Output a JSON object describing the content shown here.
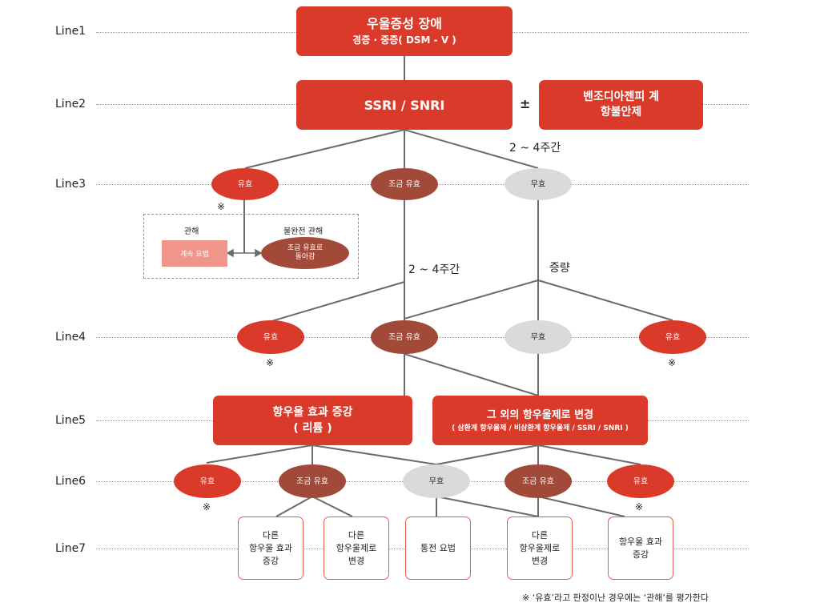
{
  "lines": [
    "Line1",
    "Line2",
    "Line3",
    "Line4",
    "Line5",
    "Line6",
    "Line7"
  ],
  "line1": {
    "title": "우울증성 장애",
    "subtitle": "경증 · 중증( DSM - V )"
  },
  "line2": {
    "main": "SSRI / SNRI",
    "plusminus": "±",
    "side_line1": "벤조디아젠피 계",
    "side_line2": "항불안제"
  },
  "line3": {
    "interval": "2 ~ 4주간",
    "nodes": [
      "유효",
      "조금 유효",
      "무효"
    ],
    "mark": "※",
    "panel": {
      "left_label": "관해",
      "right_label": "불완전 관해",
      "box": "계속 요법",
      "ellipse": "조금 유효로\n돌아감"
    }
  },
  "line4": {
    "interval": "2 ~ 4주간",
    "increase": "증량",
    "nodes": [
      "유효",
      "조금 유효",
      "무효",
      "유효"
    ],
    "marks": [
      "※",
      "※"
    ]
  },
  "line5": {
    "left_line1": "항우울 효과 증강",
    "left_line2": "( 리튬 )",
    "right_line1": "그 외의 항우울제로 변경",
    "right_line2": "( 삼환계 항우울제 / 비삼환계 항우울제 / SSRI / SNRI )"
  },
  "line6": {
    "nodes": [
      "유효",
      "조금 유효",
      "무효",
      "조금 유효",
      "유효"
    ],
    "marks": [
      "※",
      "※"
    ]
  },
  "line7": {
    "boxes": [
      "다른\n항우울 효과\n증강",
      "다른\n항우울제로\n변경",
      "통전 요법",
      "다른\n항우울제로\n변경",
      "항우울 효과\n증강"
    ]
  },
  "footnote": "※ ‘유효’라고 판정이난 경우에는 ‘관해’를 평가한다",
  "colors": {
    "red": "#d93a2a",
    "brown": "#a24a3a",
    "gray": "#dadada",
    "pink": "#f0958a",
    "outline": "#e0604e"
  }
}
